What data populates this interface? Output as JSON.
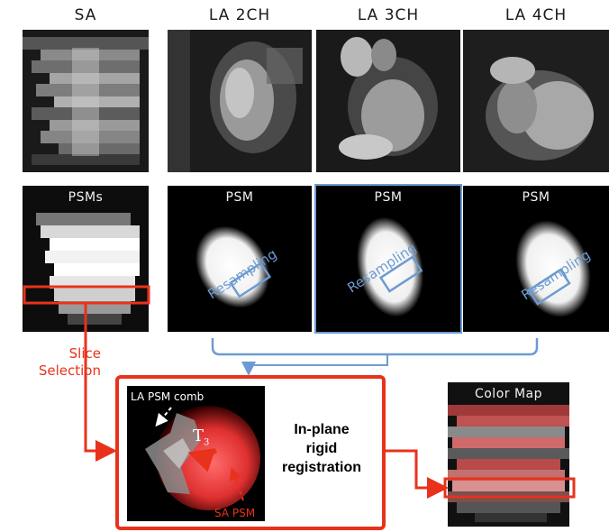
{
  "column_labels": {
    "sa": "SA",
    "la2": "LA 2CH",
    "la3": "LA 3CH",
    "la4": "LA 4CH"
  },
  "psm_labels": {
    "sa": "PSMs",
    "la2": "PSM",
    "la3": "PSM",
    "la4": "PSM"
  },
  "resampling_label": "Resampling",
  "slice_selection": {
    "line1": "Slice",
    "line2": "Selection"
  },
  "registration": {
    "la_comb": "LA PSM comb",
    "sa_psm": "SA PSM",
    "marker": "T",
    "marker_sub": "3",
    "title_line1": "In-plane",
    "title_line2": "rigid",
    "title_line3": "registration"
  },
  "color_map_label": "Color Map",
  "colors": {
    "accent_red": "#e8321c",
    "accent_blue": "#6d9bd1"
  }
}
